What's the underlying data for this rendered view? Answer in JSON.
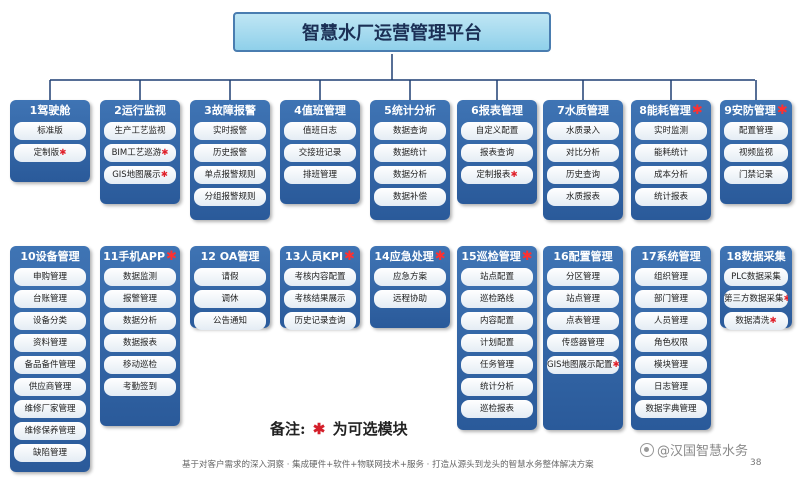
{
  "title": "智慧水厂运营管理平台",
  "modules": [
    {
      "title": "1驾驶舱",
      "optional": false,
      "items": [
        {
          "text": "标准版",
          "optional": false
        },
        {
          "text": "定制版",
          "optional": true
        }
      ]
    },
    {
      "title": "2运行监视",
      "optional": false,
      "items": [
        {
          "text": "生产工艺监视",
          "optional": false
        },
        {
          "text": "BIM工艺巡游",
          "optional": true
        },
        {
          "text": "GIS地图展示",
          "optional": true
        }
      ]
    },
    {
      "title": "3故障报警",
      "optional": false,
      "items": [
        {
          "text": "实时报警",
          "optional": false
        },
        {
          "text": "历史报警",
          "optional": false
        },
        {
          "text": "单点报警规则",
          "optional": false
        },
        {
          "text": "分组报警规则",
          "optional": false
        }
      ]
    },
    {
      "title": "4值班管理",
      "optional": false,
      "items": [
        {
          "text": "值班日志",
          "optional": false
        },
        {
          "text": "交接班记录",
          "optional": false
        },
        {
          "text": "排班管理",
          "optional": false
        }
      ]
    },
    {
      "title": "5统计分析",
      "optional": false,
      "items": [
        {
          "text": "数据查询",
          "optional": false
        },
        {
          "text": "数据统计",
          "optional": false
        },
        {
          "text": "数据分析",
          "optional": false
        },
        {
          "text": "数据补偿",
          "optional": false
        }
      ]
    },
    {
      "title": "6报表管理",
      "optional": false,
      "items": [
        {
          "text": "自定义配置",
          "optional": false
        },
        {
          "text": "报表查询",
          "optional": false
        },
        {
          "text": "定制报表",
          "optional": true
        }
      ]
    },
    {
      "title": "7水质管理",
      "optional": false,
      "items": [
        {
          "text": "水质录入",
          "optional": false
        },
        {
          "text": "对比分析",
          "optional": false
        },
        {
          "text": "历史查询",
          "optional": false
        },
        {
          "text": "水质报表",
          "optional": false
        }
      ]
    },
    {
      "title": "8能耗管理",
      "optional": true,
      "items": [
        {
          "text": "实时监测",
          "optional": false
        },
        {
          "text": "能耗统计",
          "optional": false
        },
        {
          "text": "成本分析",
          "optional": false
        },
        {
          "text": "统计报表",
          "optional": false
        }
      ]
    },
    {
      "title": "9安防管理",
      "optional": true,
      "items": [
        {
          "text": "配置管理",
          "optional": false
        },
        {
          "text": "视频监视",
          "optional": false
        },
        {
          "text": "门禁记录",
          "optional": false
        }
      ]
    },
    {
      "title": "10设备管理",
      "optional": false,
      "items": [
        {
          "text": "申购管理",
          "optional": false
        },
        {
          "text": "台账管理",
          "optional": false
        },
        {
          "text": "设备分类",
          "optional": false
        },
        {
          "text": "资料管理",
          "optional": false
        },
        {
          "text": "备品备件管理",
          "optional": false
        },
        {
          "text": "供应商管理",
          "optional": false
        },
        {
          "text": "维修厂家管理",
          "optional": false
        },
        {
          "text": "维修保养管理",
          "optional": false
        },
        {
          "text": "缺陷管理",
          "optional": false
        }
      ]
    },
    {
      "title": "11手机APP",
      "optional": true,
      "items": [
        {
          "text": "数据监测",
          "optional": false
        },
        {
          "text": "报警管理",
          "optional": false
        },
        {
          "text": "数据分析",
          "optional": false
        },
        {
          "text": "数据报表",
          "optional": false
        },
        {
          "text": "移动巡检",
          "optional": false
        },
        {
          "text": "考勤签到",
          "optional": false
        }
      ]
    },
    {
      "title": "12 OA管理",
      "optional": false,
      "items": [
        {
          "text": "请假",
          "optional": false
        },
        {
          "text": "调休",
          "optional": false
        },
        {
          "text": "公告通知",
          "optional": false
        }
      ]
    },
    {
      "title": "13人员KPI",
      "optional": true,
      "items": [
        {
          "text": "考核内容配置",
          "optional": false
        },
        {
          "text": "考核结果展示",
          "optional": false
        },
        {
          "text": "历史记录查询",
          "optional": false
        }
      ]
    },
    {
      "title": "14应急处理",
      "optional": true,
      "items": [
        {
          "text": "应急方案",
          "optional": false
        },
        {
          "text": "远程协助",
          "optional": false
        }
      ]
    },
    {
      "title": "15巡检管理",
      "optional": true,
      "items": [
        {
          "text": "站点配置",
          "optional": false
        },
        {
          "text": "巡检路线",
          "optional": false
        },
        {
          "text": "内容配置",
          "optional": false
        },
        {
          "text": "计划配置",
          "optional": false
        },
        {
          "text": "任务管理",
          "optional": false
        },
        {
          "text": "统计分析",
          "optional": false
        },
        {
          "text": "巡检报表",
          "optional": false
        }
      ]
    },
    {
      "title": "16配置管理",
      "optional": false,
      "items": [
        {
          "text": "分区管理",
          "optional": false
        },
        {
          "text": "站点管理",
          "optional": false
        },
        {
          "text": "点表管理",
          "optional": false
        },
        {
          "text": "传感器管理",
          "optional": false
        },
        {
          "text": "GIS地图展示配置",
          "optional": true
        }
      ]
    },
    {
      "title": "17系统管理",
      "optional": false,
      "items": [
        {
          "text": "组织管理",
          "optional": false
        },
        {
          "text": "部门管理",
          "optional": false
        },
        {
          "text": "人员管理",
          "optional": false
        },
        {
          "text": "角色权限",
          "optional": false
        },
        {
          "text": "模块管理",
          "optional": false
        },
        {
          "text": "日志管理",
          "optional": false
        },
        {
          "text": "数据字典管理",
          "optional": false
        }
      ]
    },
    {
      "title": "18数据采集",
      "optional": false,
      "items": [
        {
          "text": "PLC数据采集",
          "optional": false
        },
        {
          "text": "第三方数据采集",
          "optional": true
        },
        {
          "text": "数据清洗",
          "optional": true
        }
      ]
    }
  ],
  "optional_mark": "✱",
  "note": {
    "prefix": "备注:",
    "suffix": "为可选模块"
  },
  "footer": "基于对客户需求的深入洞察 · 集成硬件+软件+物联网技术+服务 · 打造从源头到龙头的智慧水务整体解决方案",
  "page_number": "38",
  "watermark": "@汉国智慧水务",
  "colors": {
    "module_bg": "#3465a8",
    "title_bg": "#a9dcf0",
    "star": "#e0202a"
  }
}
